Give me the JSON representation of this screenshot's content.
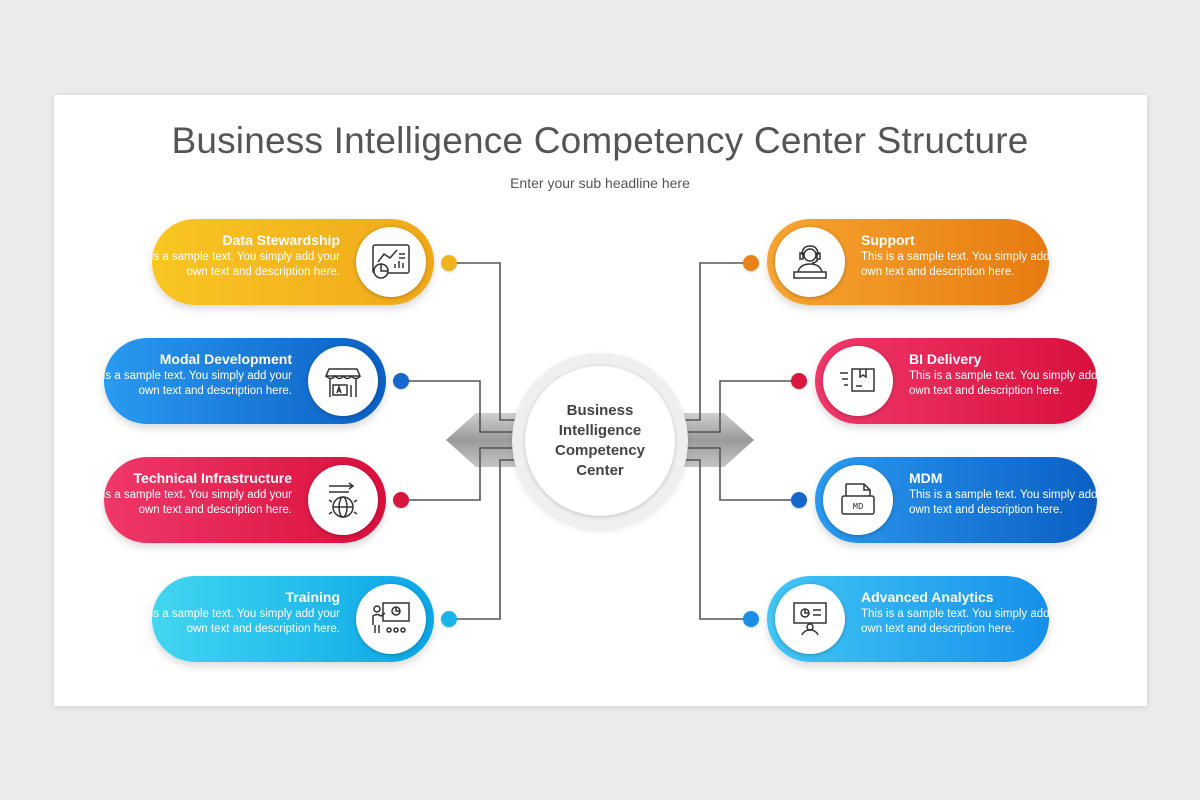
{
  "title": "Business Intelligence Competency Center Structure",
  "subtitle": "Enter your sub headline here",
  "center": {
    "label": "Business Intelligence Competency Center"
  },
  "left_items": [
    {
      "heading": "Data Stewardship",
      "description": "This is a sample text. You simply add your own text and description here.",
      "icon": "data-chart-icon",
      "color_start": "#f9c623",
      "color_end": "#f0a81a"
    },
    {
      "heading": "Modal Development",
      "description": "This is a sample text. You simply add your own text and description here.",
      "icon": "storefront-icon",
      "color_start": "#2a9af0",
      "color_end": "#0b5fc4"
    },
    {
      "heading": "Technical Infrastructure",
      "description": "This is a sample text. You simply add your own text and description here.",
      "icon": "globe-gear-icon",
      "color_start": "#f0386a",
      "color_end": "#d8103c"
    },
    {
      "heading": "Training",
      "description": "This is a sample text. You simply add your own text and description here.",
      "icon": "presentation-icon",
      "color_start": "#42d6ef",
      "color_end": "#0aa6e8"
    }
  ],
  "right_items": [
    {
      "heading": "Support",
      "description": "This is a sample text. You simply add your own text and description here.",
      "icon": "headset-agent-icon",
      "color_start": "#f7a531",
      "color_end": "#e67b10"
    },
    {
      "heading": "BI Delivery",
      "description": "This is a sample text. You simply add your own text and description here.",
      "icon": "delivery-box-icon",
      "color_start": "#f0386a",
      "color_end": "#d8103c"
    },
    {
      "heading": "MDM",
      "description": "This is a sample text. You simply add your own text and description here.",
      "icon": "md-file-icon",
      "color_start": "#2a9af0",
      "color_end": "#0b5fc4"
    },
    {
      "heading": "Advanced Analytics",
      "description": "This is a sample text. You simply add your own text and description here.",
      "icon": "analytics-presenter-icon",
      "color_start": "#42c6f5",
      "color_end": "#1590ea"
    }
  ],
  "colors": {
    "line": "#555555",
    "arrow": "#9e9e9e",
    "background": "#ebebeb"
  }
}
